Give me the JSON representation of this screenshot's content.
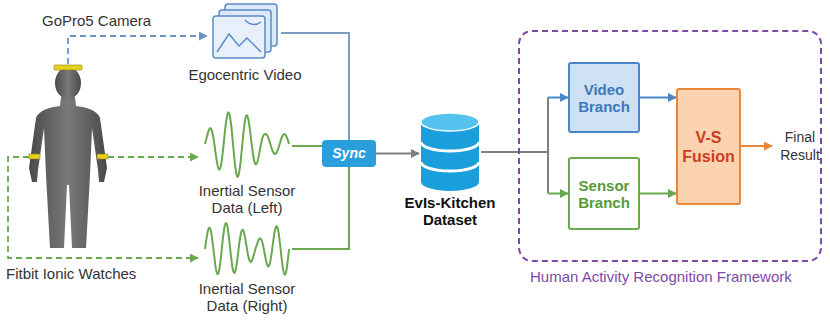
{
  "diagram": {
    "nodes": [
      {
        "text": [
          "Egocentric Video"
        ]
      },
      {
        "text": [
          "Inertial Sensor Data (Left)"
        ]
      },
      {
        "text": [
          "Inertial Sensor Data (Right)"
        ]
      },
      {
        "text": [
          "Sync"
        ]
      },
      {
        "text": [
          "EvIs-Kitchen Dataset"
        ]
      },
      {
        "text": [
          "Human Activity Recognition Framework"
        ]
      },
      {
        "text": [
          "Video Branch"
        ],
        "in": 5
      },
      {
        "text": [
          "Sensor Branch"
        ],
        "in": 5
      },
      {
        "text": [
          "V-S Fusion"
        ],
        "in": 5
      }
    ],
    "edges": [
      {
        "from": 0,
        "to": 3,
        "arrow": "none"
      },
      {
        "from": 1,
        "to": 3,
        "arrow": "none"
      },
      {
        "from": 2,
        "to": 3,
        "arrow": "none"
      },
      {
        "from": 3,
        "to": 4,
        "arrow": "to"
      },
      {
        "from": 4,
        "to": 6,
        "arrow": "to"
      },
      {
        "from": 4,
        "to": 7,
        "arrow": "to"
      },
      {
        "from": 6,
        "to": 8,
        "arrow": "to"
      },
      {
        "from": 7,
        "to": 8,
        "arrow": "to"
      }
    ],
    "labels": [
      "GoPro5 Camera",
      "Fitbit Ionic Watches",
      "Final Result"
    ]
  }
}
